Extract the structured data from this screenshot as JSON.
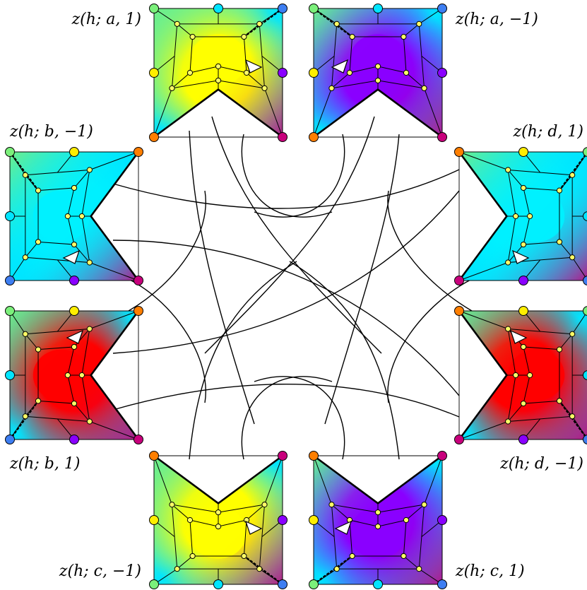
{
  "colors": {
    "background": "#ffffff",
    "corner_top_left": "#7bf07b",
    "corner_top_right": "#3d7ef2",
    "corner_bottom_left": "#ff7f00",
    "corner_bottom_right": "#c8007c",
    "edge_top_mid": "#00e5ff",
    "edge_left_mid": "#ffee00",
    "edge_right_mid": "#8a00ff",
    "edge_bottom_mid": "#ff1a00",
    "center_yellow": "#ffff00",
    "center_violet": "#8a00ff",
    "center_cyan": "#00f0ff",
    "center_red": "#ff0000"
  },
  "panels": [
    {
      "id": "a1",
      "label": "z(h; a, 1)",
      "center": "yellow"
    },
    {
      "id": "a-1",
      "label": "z(h; a, −1)",
      "center": "violet"
    },
    {
      "id": "b-1",
      "label": "z(h; b, −1)",
      "center": "cyan"
    },
    {
      "id": "d1",
      "label": "z(h; d, 1)",
      "center": "cyan"
    },
    {
      "id": "b1",
      "label": "z(h; b, 1)",
      "center": "red"
    },
    {
      "id": "d-1",
      "label": "z(h; d, −1)",
      "center": "red"
    },
    {
      "id": "c-1",
      "label": "z(h; c, −1)",
      "center": "yellow"
    },
    {
      "id": "c1",
      "label": "z(h; c, 1)",
      "center": "violet"
    }
  ]
}
